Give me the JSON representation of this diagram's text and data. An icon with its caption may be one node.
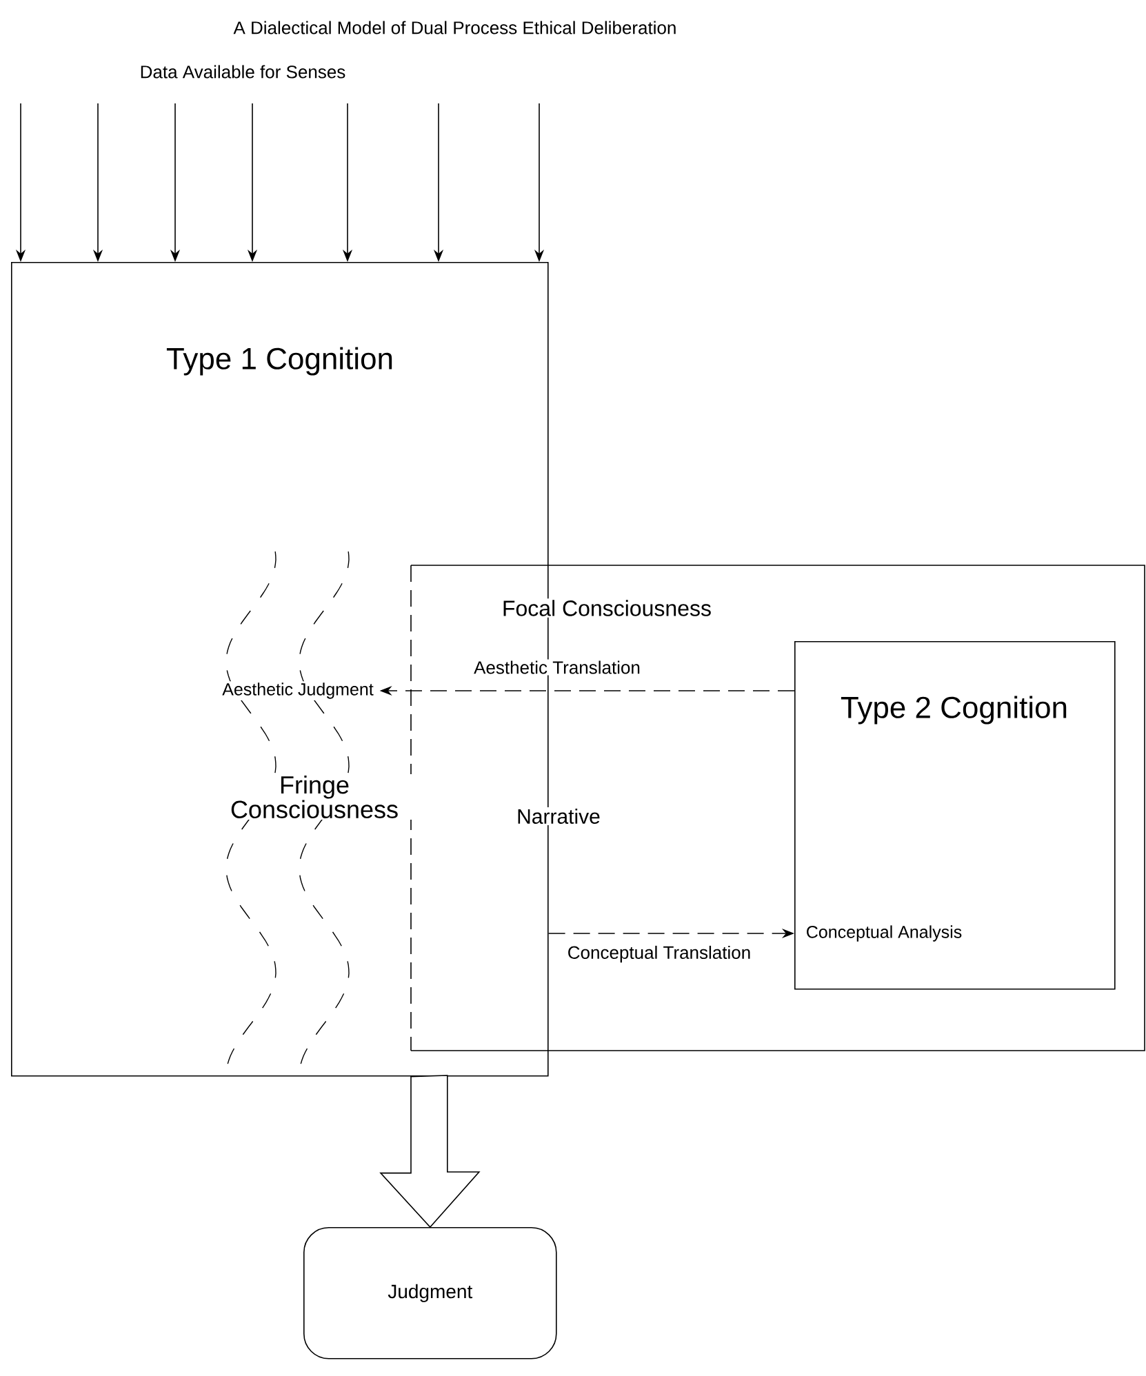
{
  "diagram": {
    "title": "A Dialectical Model of Dual Process Ethical Deliberation",
    "nodes": [
      {
        "text": [
          "Type 1 Cognition"
        ]
      },
      {
        "text": [
          "Focal Consciousness"
        ]
      },
      {
        "text": [
          "Type 2 Cognition"
        ],
        "in": 1
      },
      {
        "text": [
          "Aesthetic Judgment"
        ],
        "in": 0
      },
      {
        "text": [
          "Conceptual Analysis"
        ],
        "in": 2
      },
      {
        "text": [
          "Judgment"
        ]
      }
    ],
    "edges": [
      {
        "from": 2,
        "to": 3,
        "arrow": "to",
        "style": "dashed",
        "label": "Aesthetic Translation"
      },
      {
        "from": 0,
        "to": 4,
        "arrow": "to",
        "style": "dashed",
        "label": "Conceptual Translation"
      },
      {
        "from": 0,
        "to": 5,
        "arrow": "to"
      },
      {
        "from": null,
        "to": 0,
        "arrow": "to"
      },
      {
        "from": null,
        "to": 0,
        "arrow": "to"
      },
      {
        "from": null,
        "to": 0,
        "arrow": "to"
      },
      {
        "from": null,
        "to": 0,
        "arrow": "to"
      },
      {
        "from": null,
        "to": 0,
        "arrow": "to"
      },
      {
        "from": null,
        "to": 0,
        "arrow": "to"
      },
      {
        "from": null,
        "to": 0,
        "arrow": "to"
      }
    ],
    "labels": [
      "Data Available for Senses",
      "Fringe Consciousness",
      "Narrative"
    ]
  }
}
